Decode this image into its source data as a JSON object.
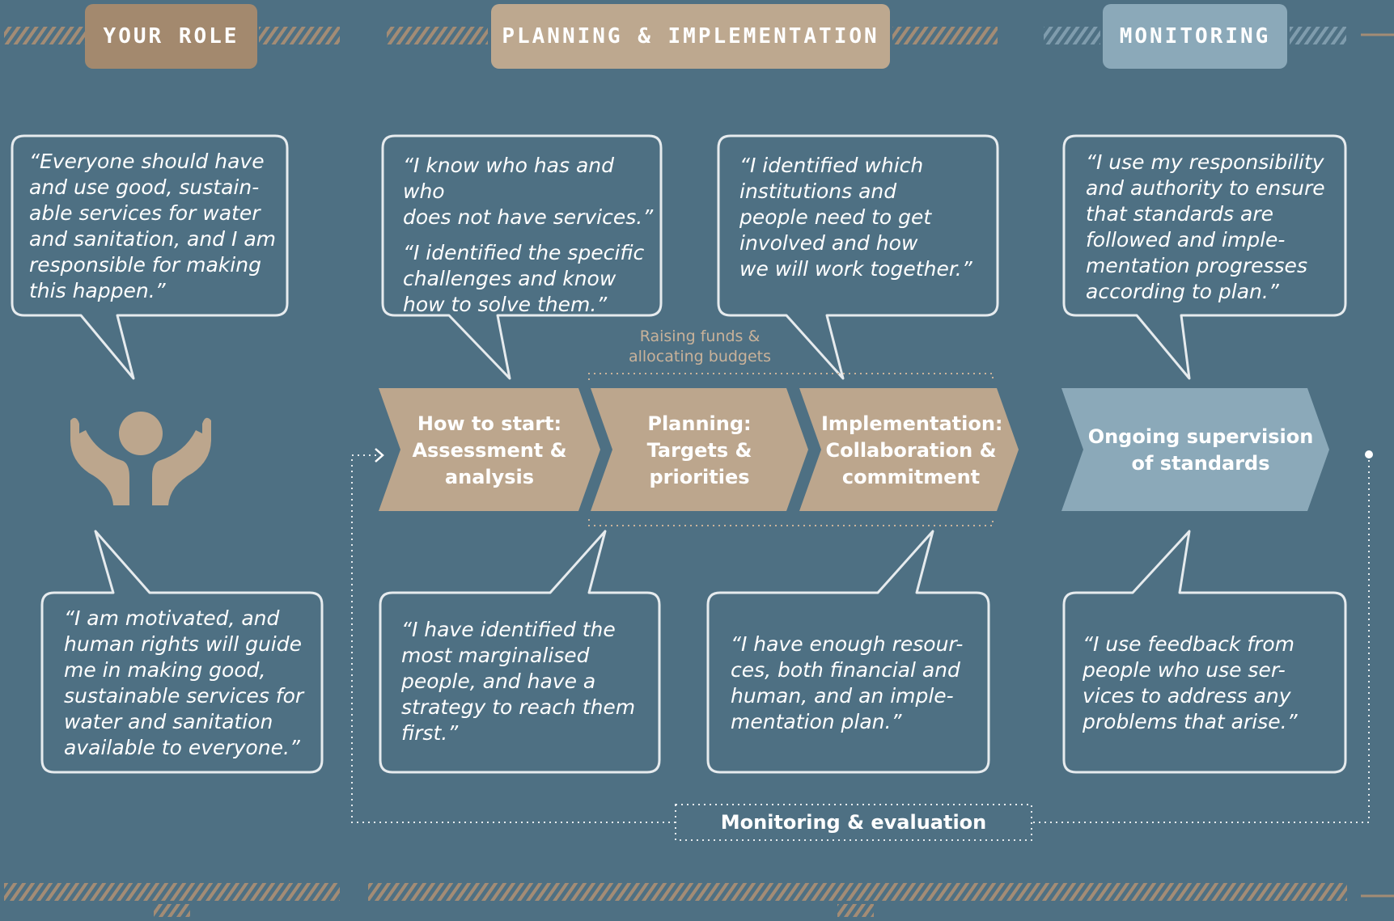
{
  "headers": {
    "your_role": "YOUR ROLE",
    "planning": "PLANNING & IMPLEMENTATION",
    "monitoring": "MONITORING"
  },
  "quotes": {
    "role_top": "“Everyone should have\nand use good, sustain-\nable services for water\nand sanitation, and I am\nresponsible for making\nthis happen.”",
    "start_top_1": "“I know who has and who\ndoes not have services.”",
    "start_top_2": "“I identified the specific\nchallenges and know\nhow to solve them.”",
    "impl_top": "“I identified which\ninstitutions and\npeople need to get\ninvolved and how\nwe will work together.”",
    "mon_top": "“I use my responsibility\nand authority to ensure\nthat standards are\nfollowed and imple-\nmentation progresses\naccording to plan.”",
    "role_bottom": "“I am motivated, and\nhuman rights will guide\nme in making good,\nsustainable services for\nwater and sanitation\navailable to everyone.”",
    "plan_bottom": "“I have identified the\nmost marginalised\npeople, and have a\nstrategy to reach them\nfirst.”",
    "impl_bottom": "“I have enough resour-\nces, both financial and\nhuman, and an imple-\nmentation plan.”",
    "mon_bottom": "“I use feedback from\npeople who use ser-\nvices to address any\nproblems that arise.”"
  },
  "steps": {
    "start": "How to start:\nAssessment &\nanalysis",
    "planning": "Planning:\nTargets &\npriorities",
    "implementation": "Implementation:\nCollaboration &\ncommitment",
    "supervision": "Ongoing supervision\nof standards"
  },
  "labels": {
    "budgets": "Raising funds &\nallocating  budgets",
    "monitoring_evaluation": "Monitoring & evaluation"
  },
  "icons": {
    "role_icon": "hands-holding-person-icon"
  },
  "colors": {
    "background": "#4e7083",
    "role_tab": "#a3896e",
    "plan_tab": "#bda88f",
    "monitor_tab": "#8ba9b9",
    "chevron_plan": "#bca68d",
    "chevron_monitor": "#8ba9b9",
    "stripe_tan": "#a38c75",
    "stripe_blue": "#7f9cad",
    "bubble_border": "#e6ebee"
  }
}
